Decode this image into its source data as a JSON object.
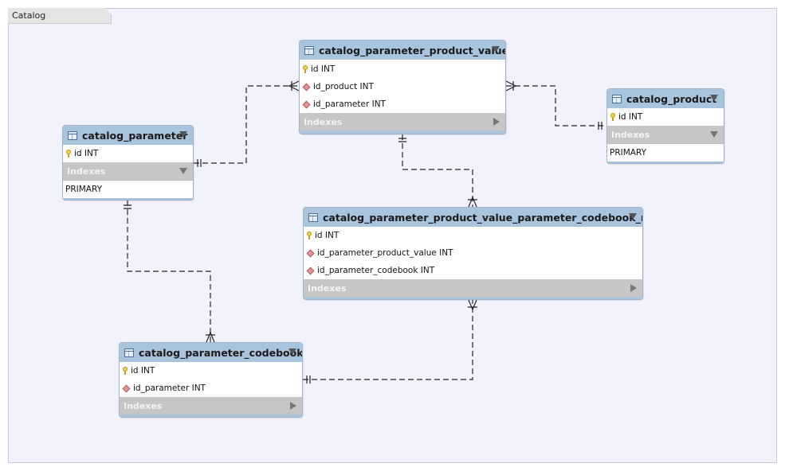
{
  "layer": {
    "title": "Catalog"
  },
  "colors": {
    "canvas": "#f2f2fd",
    "header": "#a9c4dd",
    "indexes_bar": "#c6c6c6",
    "relationship_line": "#222222"
  },
  "tables": {
    "cppv": {
      "name": "catalog_parameter_product_value",
      "columns": [
        {
          "label": "id INT",
          "icon": "key-icon"
        },
        {
          "label": "id_product INT",
          "icon": "foreign-key-icon"
        },
        {
          "label": "id_parameter INT",
          "icon": "foreign-key-icon"
        }
      ],
      "indexes_label": "Indexes"
    },
    "cp": {
      "name": "catalog_parameter",
      "columns": [
        {
          "label": "id INT",
          "icon": "key-icon"
        }
      ],
      "indexes_label": "Indexes",
      "indexes": [
        "PRIMARY"
      ]
    },
    "cprod": {
      "name": "catalog_product",
      "columns": [
        {
          "label": "id INT",
          "icon": "key-icon"
        }
      ],
      "indexes_label": "Indexes",
      "indexes": [
        "PRIMARY"
      ]
    },
    "mm": {
      "name": "catalog_parameter_product_value_parameter_codebook_mm",
      "columns": [
        {
          "label": "id INT",
          "icon": "key-icon"
        },
        {
          "label": "id_parameter_product_value INT",
          "icon": "foreign-key-icon"
        },
        {
          "label": "id_parameter_codebook INT",
          "icon": "foreign-key-icon"
        }
      ],
      "indexes_label": "Indexes"
    },
    "cpc": {
      "name": "catalog_parameter_codebook",
      "columns": [
        {
          "label": "id INT",
          "icon": "key-icon"
        },
        {
          "label": "id_parameter INT",
          "icon": "foreign-key-icon"
        }
      ],
      "indexes_label": "Indexes"
    }
  }
}
